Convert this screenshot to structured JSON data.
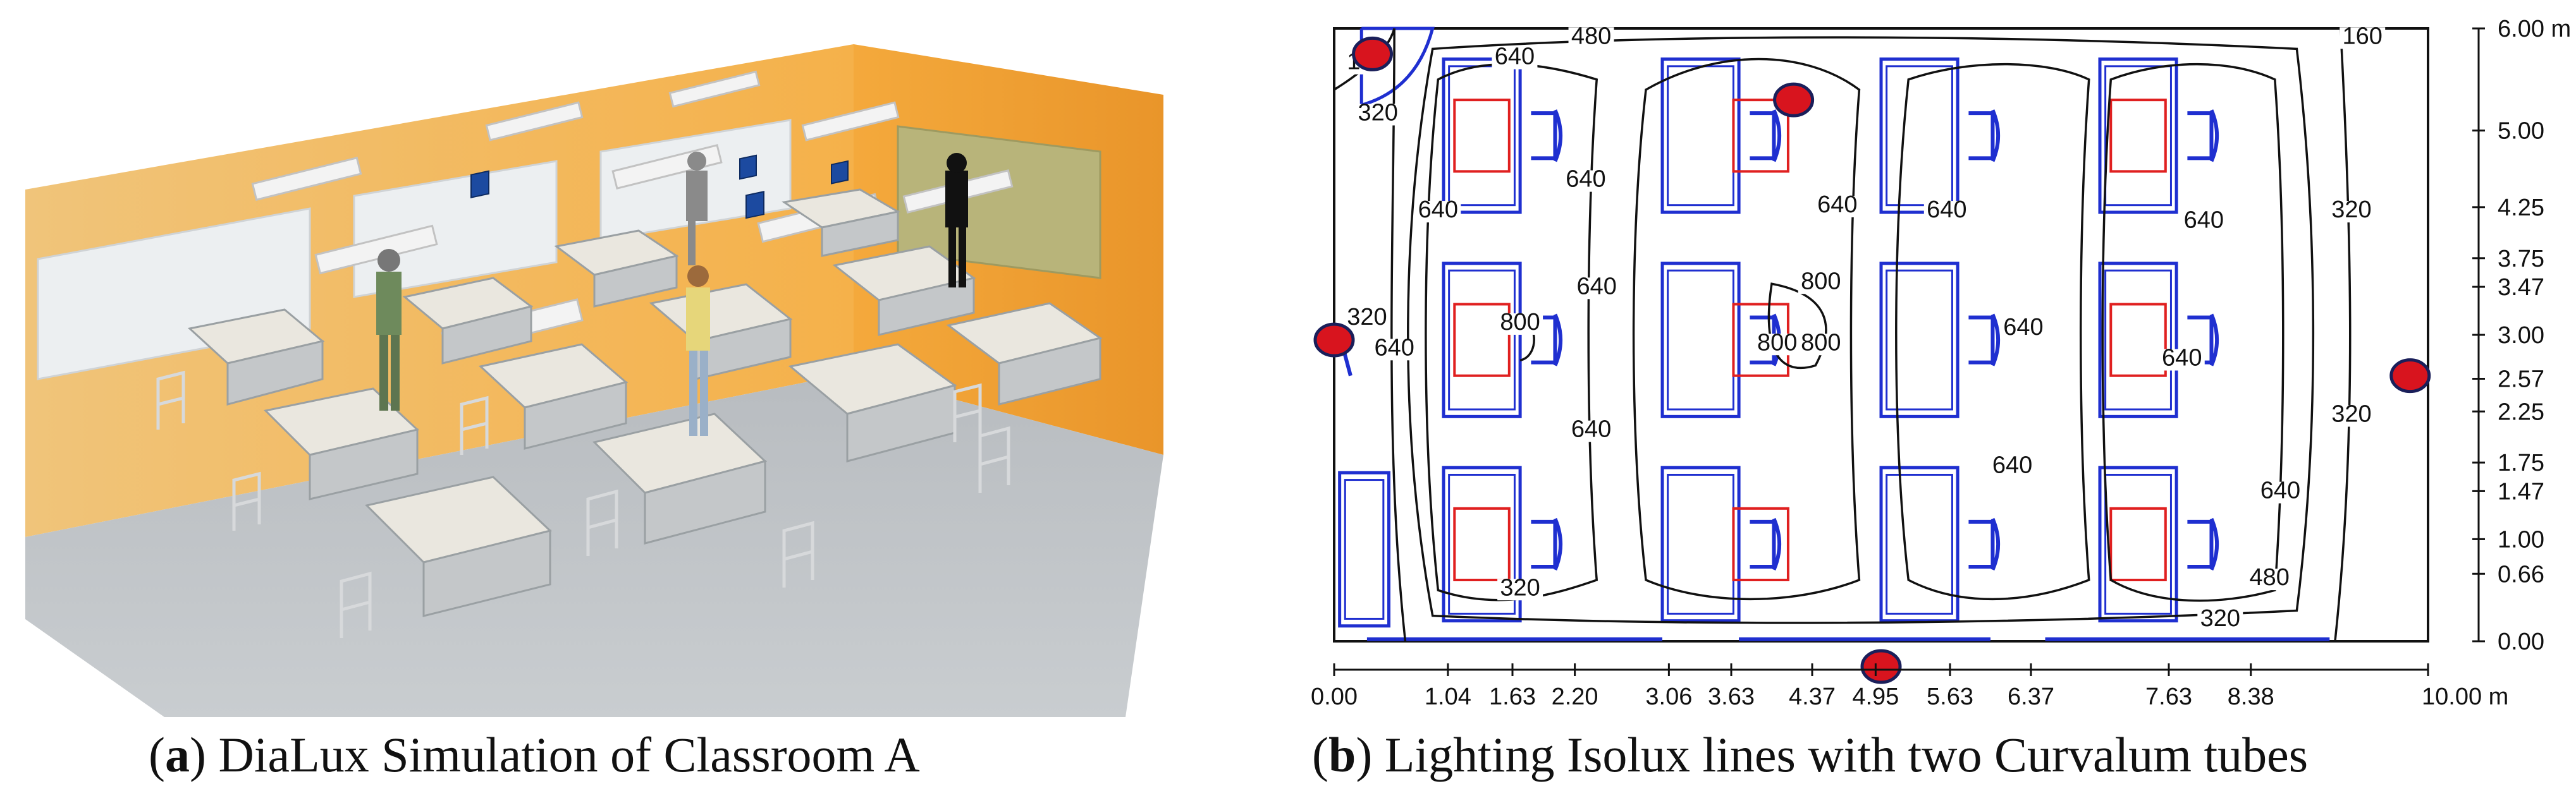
{
  "panel_a": {
    "caption_prefix": "(",
    "caption_letter": "a",
    "caption_text": ") DiaLux Simulation of Classroom A"
  },
  "panel_b": {
    "caption_prefix": "(",
    "caption_letter": "b",
    "caption_text": ") Lighting Isolux lines with two Curvalum tubes",
    "contour_labels": [
      {
        "text": "160",
        "x": 0.3,
        "y": 5.6
      },
      {
        "text": "320",
        "x": 0.4,
        "y": 5.1
      },
      {
        "text": "640",
        "x": 1.65,
        "y": 5.65
      },
      {
        "text": "480",
        "x": 2.35,
        "y": 5.85
      },
      {
        "text": "640",
        "x": 0.95,
        "y": 4.15
      },
      {
        "text": "640",
        "x": 2.3,
        "y": 4.45
      },
      {
        "text": "640",
        "x": 4.6,
        "y": 4.2
      },
      {
        "text": "640",
        "x": 5.6,
        "y": 4.15
      },
      {
        "text": "640",
        "x": 7.95,
        "y": 4.05
      },
      {
        "text": "320",
        "x": 9.3,
        "y": 4.15
      },
      {
        "text": "160",
        "x": 9.4,
        "y": 5.85
      },
      {
        "text": "320",
        "x": 0.3,
        "y": 3.1
      },
      {
        "text": "640",
        "x": 0.55,
        "y": 2.8
      },
      {
        "text": "800",
        "x": 1.7,
        "y": 3.05
      },
      {
        "text": "640",
        "x": 2.4,
        "y": 3.4
      },
      {
        "text": "800",
        "x": 4.45,
        "y": 3.45
      },
      {
        "text": "800",
        "x": 4.05,
        "y": 2.85
      },
      {
        "text": "800",
        "x": 4.45,
        "y": 2.85
      },
      {
        "text": "640",
        "x": 6.3,
        "y": 3.0
      },
      {
        "text": "640",
        "x": 7.75,
        "y": 2.7
      },
      {
        "text": "320",
        "x": 9.3,
        "y": 2.15
      },
      {
        "text": "640",
        "x": 2.35,
        "y": 2.0
      },
      {
        "text": "640",
        "x": 6.2,
        "y": 1.65
      },
      {
        "text": "640",
        "x": 8.65,
        "y": 1.4
      },
      {
        "text": "320",
        "x": 1.7,
        "y": 0.45
      },
      {
        "text": "480",
        "x": 8.55,
        "y": 0.55
      },
      {
        "text": "320",
        "x": 8.1,
        "y": 0.15
      }
    ],
    "x_ticks": [
      "0.00",
      "1.04",
      "1.63",
      "2.20",
      "3.06",
      "3.63",
      "4.37",
      "4.95",
      "5.63",
      "6.37",
      "7.63",
      "8.38",
      "10.00 m"
    ],
    "x_tick_values": [
      0.0,
      1.04,
      1.63,
      2.2,
      3.06,
      3.63,
      4.37,
      4.95,
      5.63,
      6.37,
      7.63,
      8.38,
      10.0
    ],
    "y_ticks": [
      "0.00",
      "0.66",
      "1.00",
      "1.47",
      "1.75",
      "2.25",
      "2.57",
      "3.00",
      "3.47",
      "3.75",
      "4.25",
      "5.00",
      "6.00 m"
    ],
    "y_tick_values": [
      0.0,
      0.66,
      1.0,
      1.47,
      1.75,
      2.25,
      2.57,
      3.0,
      3.47,
      3.75,
      4.25,
      5.0,
      6.0
    ],
    "colors": {
      "furniture": "#1f2fd0",
      "luminaire": "#e02020",
      "tube_dot": "#d8141e",
      "contour": "#111111"
    }
  }
}
